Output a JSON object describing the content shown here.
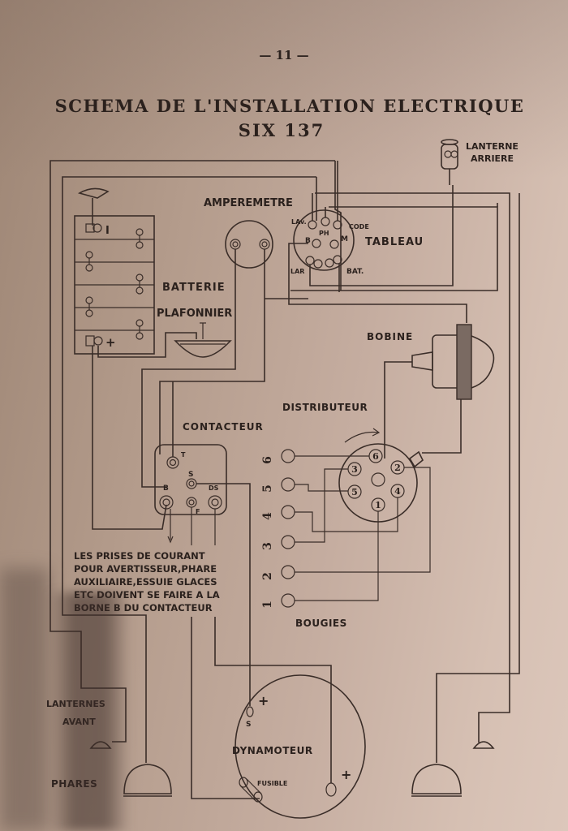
{
  "page": {
    "page_number_label": "— 11 —",
    "title_line1": "SCHEMA DE L'INSTALLATION ELECTRIQUE",
    "title_line2": "SIX 137"
  },
  "components": {
    "lanterne_arriere": [
      "LANTERNE",
      "ARRIERE"
    ],
    "amperemetre": "AMPEREMETRE",
    "tableau": "TABLEAU",
    "tableau_terminals": {
      "lav": "LAv.",
      "ph": "PH",
      "code": "CODE",
      "b": "B",
      "m": "M",
      "lar": "LAR",
      "bat": "BAT."
    },
    "batterie": "BATTERIE",
    "batterie_terminals": {
      "neg": "I",
      "pos": "+"
    },
    "plafonnier": "PLAFONNIER",
    "bobine": "BOBINE",
    "distributeur": "DISTRIBUTEUR",
    "distributeur_terminals": [
      "6",
      "3",
      "2",
      "5",
      "4",
      "1"
    ],
    "contacteur": "CONTACTEUR",
    "contacteur_terminals": {
      "t": "T",
      "s": "S",
      "b": "B",
      "f": "F",
      "ds": "DS"
    },
    "bougies": "BOUGIES",
    "bougies_numbers": [
      "6",
      "5",
      "4",
      "3",
      "2",
      "1"
    ],
    "note_lines": [
      "LES PRISES DE COURANT",
      "POUR AVERTISSEUR,PHARE",
      "AUXILIAIRE,ESSUIE GLACES",
      "ETC DOIVENT SE FAIRE A LA",
      "BORNE B DU CONTACTEUR"
    ],
    "lanternes_avant": [
      "LANTERNES",
      "AVANT"
    ],
    "phares": "PHARES",
    "dynamoteur": "DYNAMOTEUR",
    "dynamoteur_terminals": {
      "s_plus": "+",
      "s": "S",
      "fusible": "FUSIBLE",
      "plus": "+"
    }
  }
}
